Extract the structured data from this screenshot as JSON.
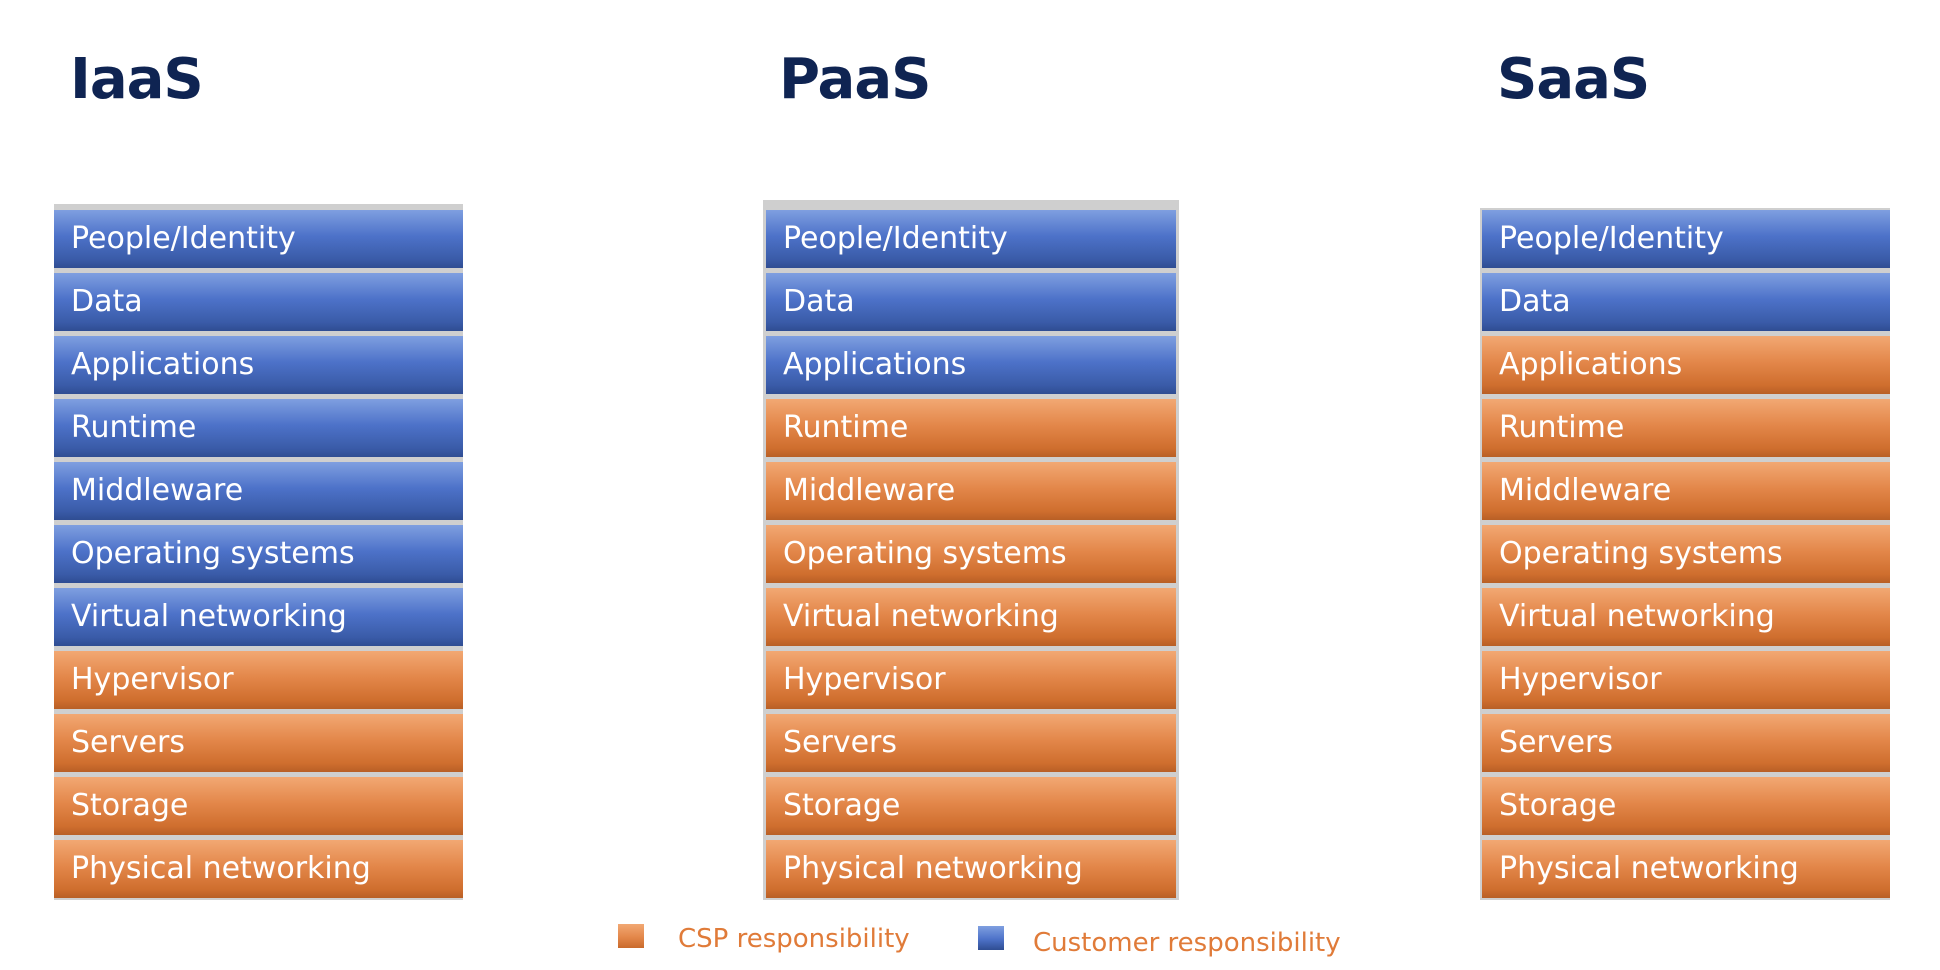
{
  "colors": {
    "title": "#0f2452",
    "customer": "#4d72c9",
    "csp": "#e3874a",
    "legend_text": "#e07b39"
  },
  "models": [
    {
      "title": "IaaS",
      "layers": [
        {
          "label": "People/Identity",
          "owner": "customer"
        },
        {
          "label": "Data",
          "owner": "customer"
        },
        {
          "label": "Applications",
          "owner": "customer"
        },
        {
          "label": "Runtime",
          "owner": "customer"
        },
        {
          "label": "Middleware",
          "owner": "customer"
        },
        {
          "label": "Operating systems",
          "owner": "customer"
        },
        {
          "label": "Virtual networking",
          "owner": "customer"
        },
        {
          "label": "Hypervisor",
          "owner": "csp"
        },
        {
          "label": "Servers",
          "owner": "csp"
        },
        {
          "label": "Storage",
          "owner": "csp"
        },
        {
          "label": "Physical networking",
          "owner": "csp"
        }
      ]
    },
    {
      "title": "PaaS",
      "layers": [
        {
          "label": "People/Identity",
          "owner": "customer"
        },
        {
          "label": "Data",
          "owner": "customer"
        },
        {
          "label": "Applications",
          "owner": "customer"
        },
        {
          "label": "Runtime",
          "owner": "csp"
        },
        {
          "label": "Middleware",
          "owner": "csp"
        },
        {
          "label": "Operating systems",
          "owner": "csp"
        },
        {
          "label": "Virtual networking",
          "owner": "csp"
        },
        {
          "label": "Hypervisor",
          "owner": "csp"
        },
        {
          "label": "Servers",
          "owner": "csp"
        },
        {
          "label": "Storage",
          "owner": "csp"
        },
        {
          "label": "Physical networking",
          "owner": "csp"
        }
      ]
    },
    {
      "title": "SaaS",
      "layers": [
        {
          "label": "People/Identity",
          "owner": "customer"
        },
        {
          "label": "Data",
          "owner": "customer"
        },
        {
          "label": "Applications",
          "owner": "csp"
        },
        {
          "label": "Runtime",
          "owner": "csp"
        },
        {
          "label": "Middleware",
          "owner": "csp"
        },
        {
          "label": "Operating systems",
          "owner": "csp"
        },
        {
          "label": "Virtual networking",
          "owner": "csp"
        },
        {
          "label": "Hypervisor",
          "owner": "csp"
        },
        {
          "label": "Servers",
          "owner": "csp"
        },
        {
          "label": "Storage",
          "owner": "csp"
        },
        {
          "label": "Physical networking",
          "owner": "csp"
        }
      ]
    }
  ],
  "legend": {
    "csp_label": "CSP responsibility",
    "customer_label": "Customer responsibility"
  }
}
